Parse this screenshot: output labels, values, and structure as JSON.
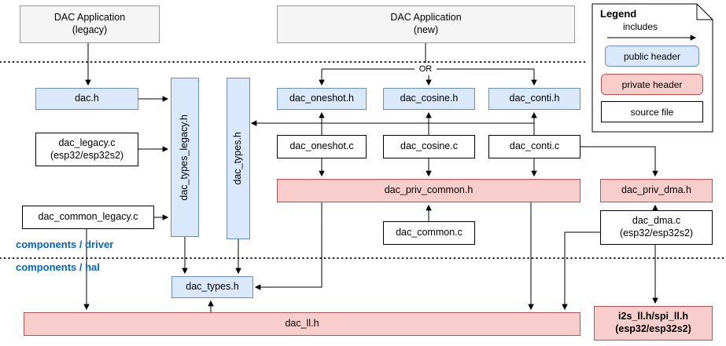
{
  "diagram": {
    "apps": {
      "legacy": "DAC Application\n(legacy)",
      "new": "DAC Application\n(new)"
    },
    "or_label": "OR",
    "sections": {
      "driver": "components / driver",
      "hal": "components / hal"
    },
    "nodes": {
      "dac_h": "dac.h",
      "dac_legacy_c": "dac_legacy.c\n(esp32/esp32s2)",
      "dac_types_legacy_h": "dac_types_legacy.h",
      "dac_types_h_driver": "dac_types.h",
      "dac_oneshot_h": "dac_oneshot.h",
      "dac_cosine_h": "dac_cosine.h",
      "dac_conti_h": "dac_conti.h",
      "dac_oneshot_c": "dac_oneshot.c",
      "dac_cosine_c": "dac_cosine.c",
      "dac_conti_c": "dac_conti.c",
      "dac_priv_common_h": "dac_priv_common.h",
      "dac_priv_dma_h": "dac_priv_dma.h",
      "dac_common_c": "dac_common.c",
      "dac_common_legacy_c": "dac_common_legacy.c",
      "dac_dma_c": "dac_dma.c\n(esp32/esp32s2)",
      "dac_types_h_hal": "dac_types.h",
      "dac_ll_h": "dac_ll.h",
      "i2s_spi_ll": "i2s_ll.h/spi_ll.h\n(esp32/esp32s2)"
    },
    "legend": {
      "title": "Legend",
      "includes": "includes",
      "public_header": "public header",
      "private_header": "private header",
      "source_file": "source file"
    },
    "colors": {
      "public_fill": "#dae8fc",
      "public_stroke": "#6c8ebf",
      "private_fill": "#f8cecc",
      "private_stroke": "#b85450",
      "app_fill": "#f5f5f5",
      "app_stroke": "#999999",
      "section_label": "#0066cc"
    }
  }
}
